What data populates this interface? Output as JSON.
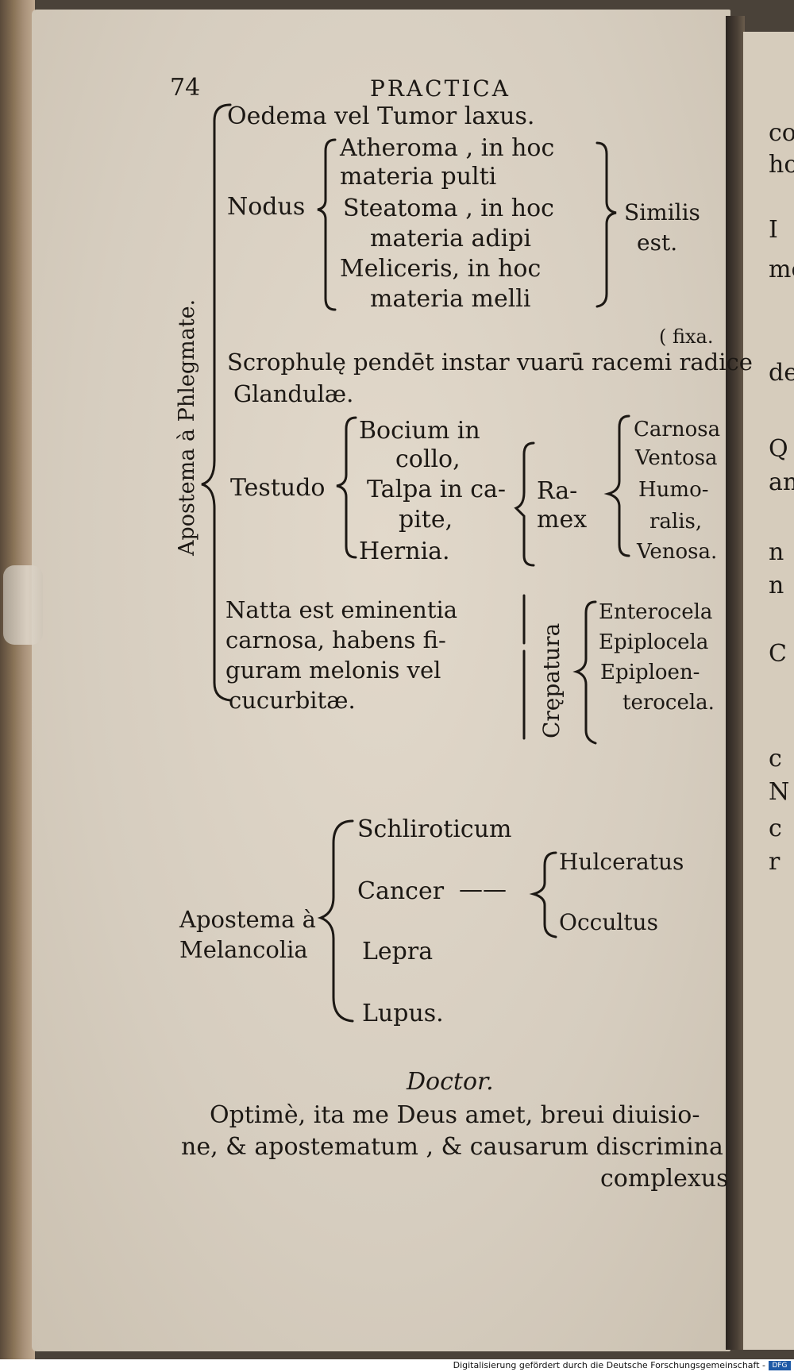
{
  "header": {
    "page_number": "74",
    "running_title": "PRACTICA"
  },
  "tree1": {
    "root_label": "Apostema à Phlegmate.",
    "oedema": "Oedema vel Tumor laxus.",
    "nodus": {
      "label": "Nodus",
      "items": [
        [
          "Atheroma , in hoc",
          "materia pulti"
        ],
        [
          "Steatoma , in hoc",
          "materia adipi"
        ],
        [
          "Meliceris, in hoc",
          "materia melli"
        ]
      ],
      "similis": [
        "Similis",
        "est."
      ]
    },
    "scrophule": {
      "fixa": "( fixa.",
      "line1": "Scrophulę pendēt instar vuarū racemi radice",
      "line2": "Glandulæ."
    },
    "testudo": {
      "label": "Testudo",
      "items": [
        "Bocium in",
        "collo,",
        "Talpa in ca-",
        "pite,",
        "Hernia."
      ],
      "ramex": [
        "Ra-",
        "mex"
      ],
      "ramex_types": [
        "Carnosa",
        "Ventosa",
        "Humo-",
        "ralis,",
        "Venosa."
      ]
    },
    "natta": {
      "lines": [
        "Natta est eminentia",
        "carnosa, habens fi-",
        "guram melonis vel",
        "cucurbitæ."
      ],
      "crepatura": "Crępatura",
      "crepatura_types": [
        "Enterocela",
        "Epiplocela",
        "Epiploen-",
        "terocela."
      ]
    }
  },
  "tree2": {
    "root": [
      "Apostema à",
      "Melancolia"
    ],
    "items": [
      "Schliroticum",
      "Cancer",
      "Lepra",
      "Lupus."
    ],
    "cancer_dash": "——",
    "cancer_types": [
      "Hulceratus",
      "Occultus"
    ]
  },
  "dialogue": {
    "speaker": "Doctor.",
    "text_lines": [
      "Optimè, ita me Deus amet, breui diuisio-",
      "ne, & apostematum , & causarum discrimina",
      "complexus"
    ]
  },
  "right_page_fragments": [
    "co",
    "ho",
    "I",
    "mo",
    "de",
    "Q",
    "an",
    "n",
    "n",
    "C",
    "c",
    "N",
    "c",
    "r"
  ],
  "footer": {
    "credit": "Digitalisierung gefördert durch die Deutsche Forschungsgemeinschaft -",
    "logo": "DFG"
  }
}
